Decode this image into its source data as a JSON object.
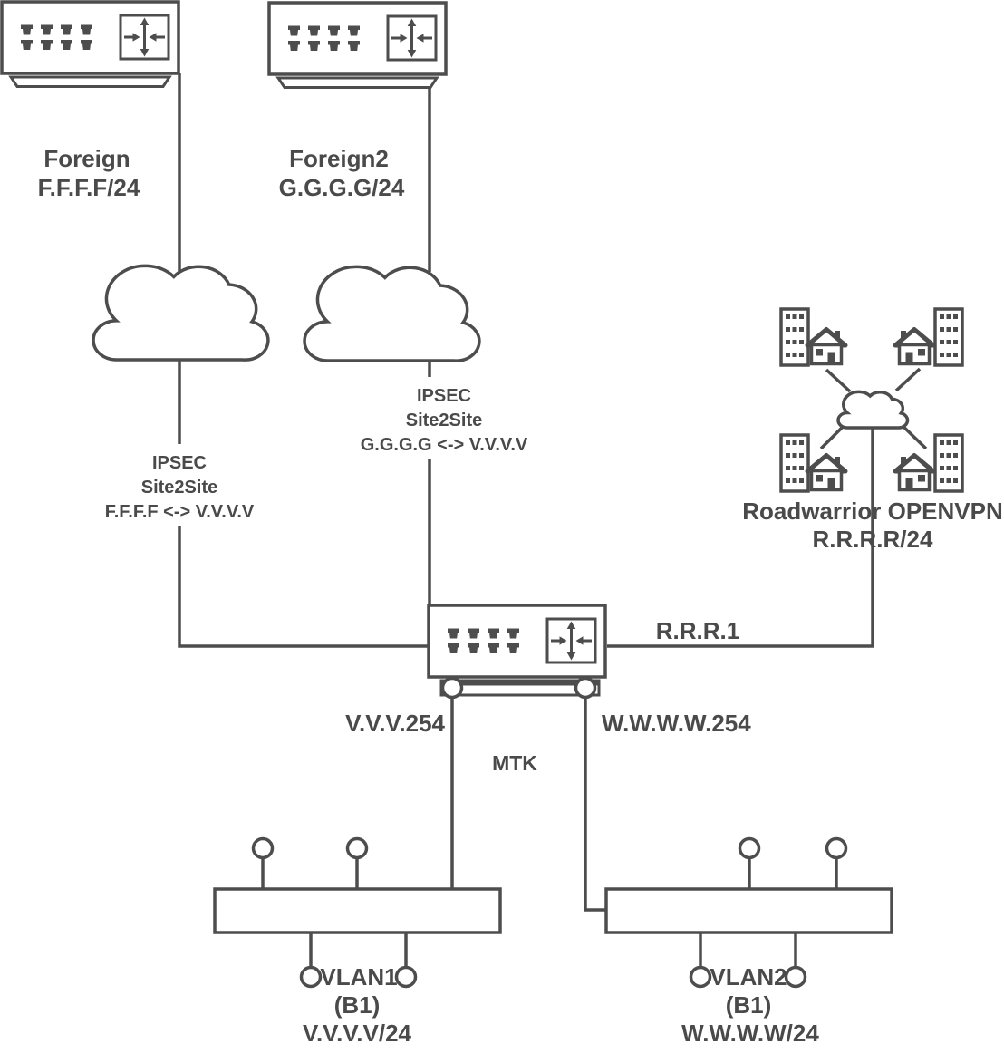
{
  "diagram": {
    "foreign": {
      "name": "Foreign",
      "subnet": "F.F.F.F/24"
    },
    "foreign2": {
      "name": "Foreign2",
      "subnet": "G.G.G.G/24"
    },
    "tunnel1": {
      "protocol": "IPSEC",
      "type": "Site2Site",
      "peers": "F.F.F.F <-> V.V.V.V"
    },
    "tunnel2": {
      "protocol": "IPSEC",
      "type": "Site2Site",
      "peers": "G.G.G.G <-> V.V.V.V"
    },
    "roadwarrior": {
      "name": "Roadwarrior OPENVPN",
      "subnet": "R.R.R.R/24",
      "gateway_ip": "R.R.R.1"
    },
    "router": {
      "name": "MTK",
      "vlan1_gateway": "V.V.V.254",
      "vlan2_gateway": "W.W.W.W.254"
    },
    "vlan1": {
      "name": "VLAN1",
      "bridge": "(B1)",
      "subnet": "V.V.V.V/24"
    },
    "vlan2": {
      "name": "VLAN2",
      "bridge": "(B1)",
      "subnet": "W.W.W.W/24"
    }
  },
  "colors": {
    "stroke": "#4d4d4d",
    "text": "#4a4a4a",
    "background": "#ffffff"
  }
}
